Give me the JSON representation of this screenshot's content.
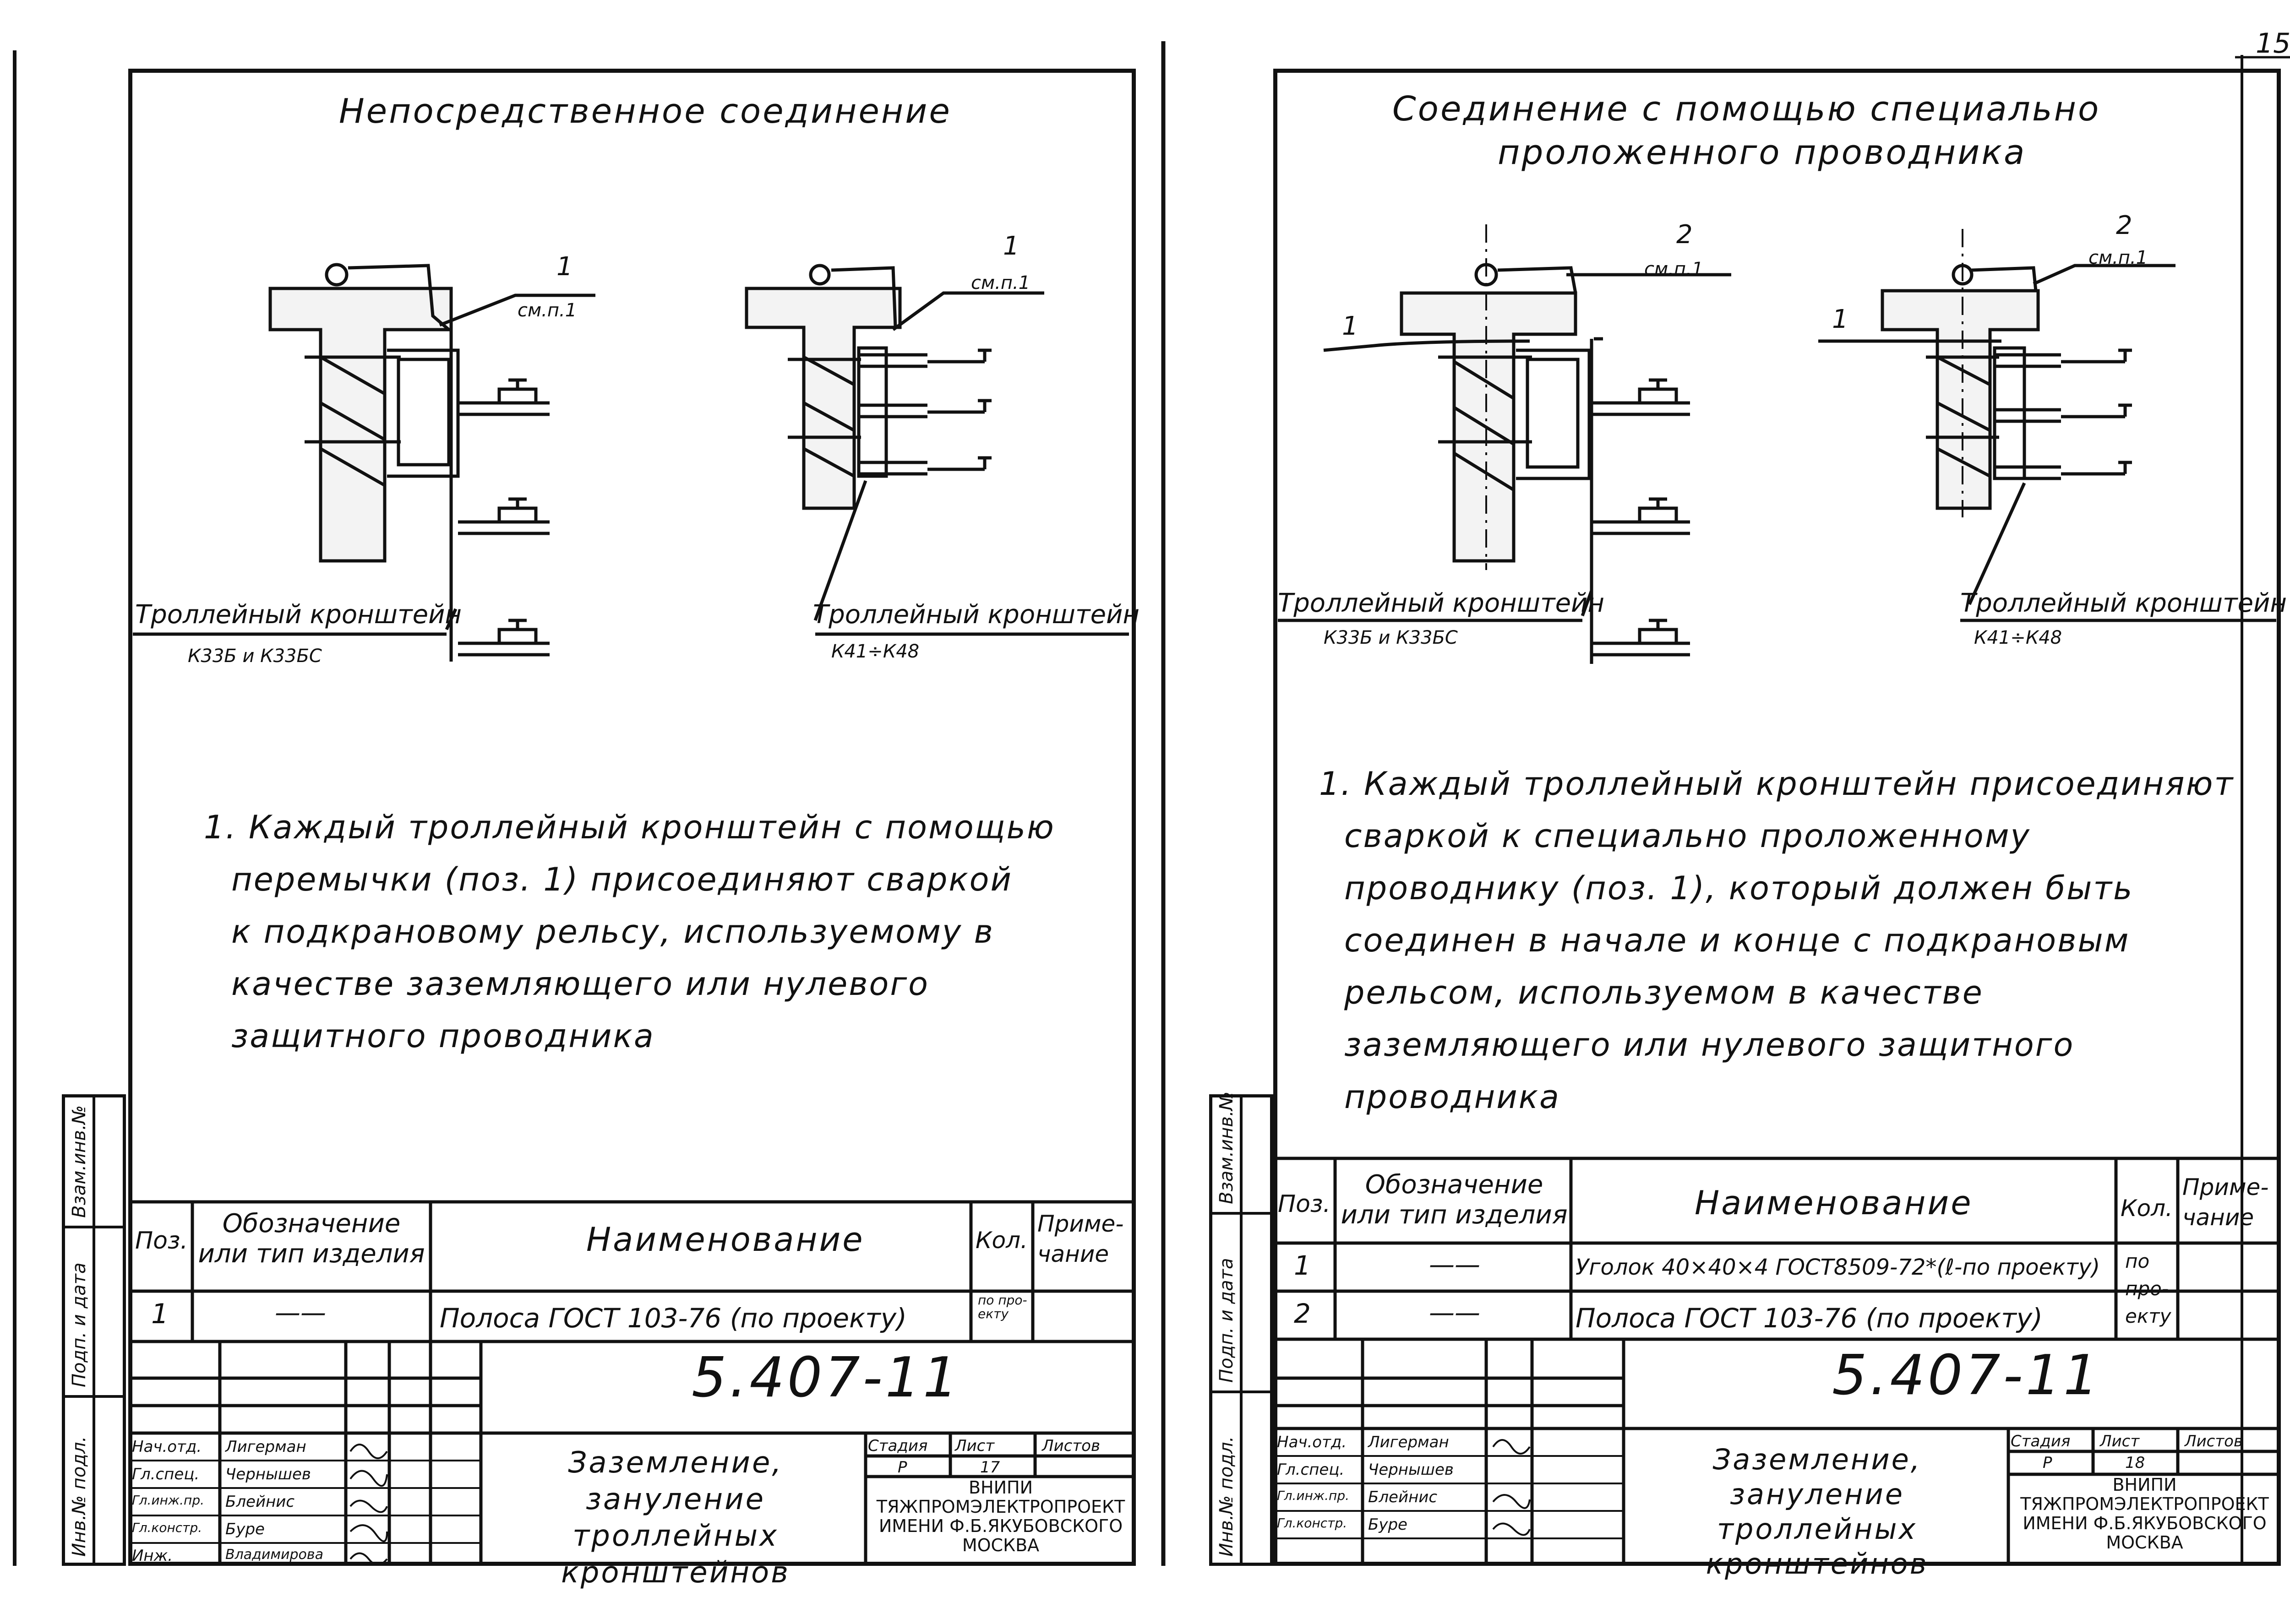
{
  "page_number": "15",
  "left": {
    "title": "Непосредственное соединение",
    "callouts": {
      "a_num": "1",
      "a_ref": "см.п.1",
      "b_num": "1",
      "b_ref": "см.п.1"
    },
    "brackets": {
      "a_name": "Троллейный кронштейн",
      "a_type": "К33Б и К33БС",
      "b_name": "Троллейный кронштейн",
      "b_type": "К41÷К48"
    },
    "note_lines": [
      "1. Каждый троллейный кронштейн с помощью",
      "перемычки (поз. 1) присоединяют сваркой",
      "к подкрановому рельсу, используемому в",
      "качестве заземляющего или нулевого",
      "защитного проводника"
    ],
    "spec": {
      "h_pos": "Поз.",
      "h_designation": "Обозначение или тип изделия",
      "h_name": "Наименование",
      "h_qty": "Кол.",
      "h_note": "Приме-чание",
      "rows": [
        {
          "pos": "1",
          "designation": "——",
          "name": "Полоса ГОСТ 103-76 (по проекту)",
          "qty": "по про-екту",
          "note": ""
        }
      ]
    },
    "stamp": {
      "doc_code": "5.407-11",
      "roles": [
        "Нач.отд.",
        "Гл.спец.",
        "Гл.инж.пр.",
        "Гл.констр.",
        "Инж."
      ],
      "names": [
        "Лигерман",
        "Чернышев",
        "Блейнис",
        "Буре",
        "Владимирова"
      ],
      "title": "Заземление, зануление троллейных кронштейнов",
      "stage_label": "Стадия",
      "sheet_label": "Лист",
      "sheets_label": "Листов",
      "stage": "Р",
      "sheet": "17",
      "org": [
        "ВНИПИ",
        "ТЯЖПРОМЭЛЕКТРОПРОЕКТ",
        "ИМЕНИ Ф.Б.ЯКУБОВСКОГО",
        "МОСКВА"
      ]
    }
  },
  "right": {
    "title_lines": [
      "Соединение с помощью специально",
      "проложенного проводника"
    ],
    "callouts": {
      "a_num": "2",
      "a_ref": "см.п.1",
      "a_side": "1",
      "b_num": "2",
      "b_ref": "см.п.1",
      "b_side": "1"
    },
    "brackets": {
      "a_name": "Троллейный кронштейн",
      "a_type": "К33Б и К33БС",
      "b_name": "Троллейный кронштейн",
      "b_type": "К41÷К48"
    },
    "note_lines": [
      "1. Каждый троллейный кронштейн присоединяют",
      "сваркой к специально проложенному",
      "проводнику (поз. 1), который должен быть",
      "соединен в начале и конце с подкрановым",
      "рельсом, используемом в качестве",
      "заземляющего или нулевого защитного",
      "проводника"
    ],
    "spec": {
      "h_pos": "Поз.",
      "h_designation": "Обозначение или тип изделия",
      "h_name": "Наименование",
      "h_qty": "Кол.",
      "h_note": "Приме-чание",
      "rows": [
        {
          "pos": "1",
          "designation": "——",
          "name": "Уголок 40×40×4 ГОСТ8509-72*(ℓ-по проекту)",
          "qty": "по про-екту",
          "note": ""
        },
        {
          "pos": "2",
          "designation": "——",
          "name": "Полоса ГОСТ 103-76 (по проекту)",
          "qty": "",
          "note": ""
        }
      ]
    },
    "stamp": {
      "doc_code": "5.407-11",
      "roles": [
        "Нач.отд.",
        "Гл.спец.",
        "Гл.инж.пр.",
        "Гл.констр."
      ],
      "names": [
        "Лигерман",
        "Чернышев",
        "Блейнис",
        "Буре"
      ],
      "title": "Заземление, зануление троллейных кронштейнов",
      "stage_label": "Стадия",
      "sheet_label": "Лист",
      "sheets_label": "Листов",
      "stage": "Р",
      "sheet": "18",
      "org": [
        "ВНИПИ",
        "ТЯЖПРОМЭЛЕКТРОПРОЕКТ",
        "ИМЕНИ Ф.Б.ЯКУБОВСКОГО",
        "МОСКВА"
      ]
    }
  },
  "side_columns": [
    "Инв.№ подл.",
    "Подп. и дата",
    "Взам.инв.№"
  ]
}
